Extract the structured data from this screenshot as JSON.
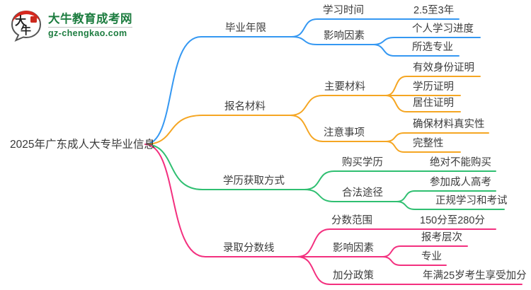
{
  "logo": {
    "brand": "大牛教育成考网",
    "domain": "gz-chengkao.com",
    "mark_top": "大",
    "mark_bottom": "牛",
    "brand_color": "#1c7c3f",
    "mark_red": "#d7281f"
  },
  "mindmap": {
    "root_label": "2025年广东成人大专毕业信息",
    "branches": [
      {
        "label": "毕业年限",
        "color": "#3598f2",
        "children": [
          {
            "label": "学习时间",
            "children": [
              {
                "label": "2.5至3年"
              }
            ]
          },
          {
            "label": "影响因素",
            "children": [
              {
                "label": "个人学习进度"
              },
              {
                "label": "所选专业"
              }
            ]
          }
        ]
      },
      {
        "label": "报名材料",
        "color": "#f5a623",
        "children": [
          {
            "label": "主要材料",
            "children": [
              {
                "label": "有效身份证明"
              },
              {
                "label": "学历证明"
              },
              {
                "label": "居住证明"
              }
            ]
          },
          {
            "label": "注意事项",
            "children": [
              {
                "label": "确保材料真实性"
              },
              {
                "label": "完整性"
              }
            ]
          }
        ]
      },
      {
        "label": "学历获取方式",
        "color": "#2fbf71",
        "children": [
          {
            "label": "购买学历",
            "children": [
              {
                "label": "绝对不能购买"
              }
            ]
          },
          {
            "label": "合法途径",
            "children": [
              {
                "label": "参加成人高考"
              },
              {
                "label": "正规学习和考试"
              }
            ]
          }
        ]
      },
      {
        "label": "录取分数线",
        "color": "#f3307f",
        "children": [
          {
            "label": "分数范围",
            "children": [
              {
                "label": "150分至280分"
              }
            ]
          },
          {
            "label": "影响因素",
            "children": [
              {
                "label": "报考层次"
              },
              {
                "label": "专业"
              }
            ]
          },
          {
            "label": "加分政策",
            "children": [
              {
                "label": "年满25岁考生享受加分"
              }
            ]
          }
        ]
      }
    ]
  }
}
